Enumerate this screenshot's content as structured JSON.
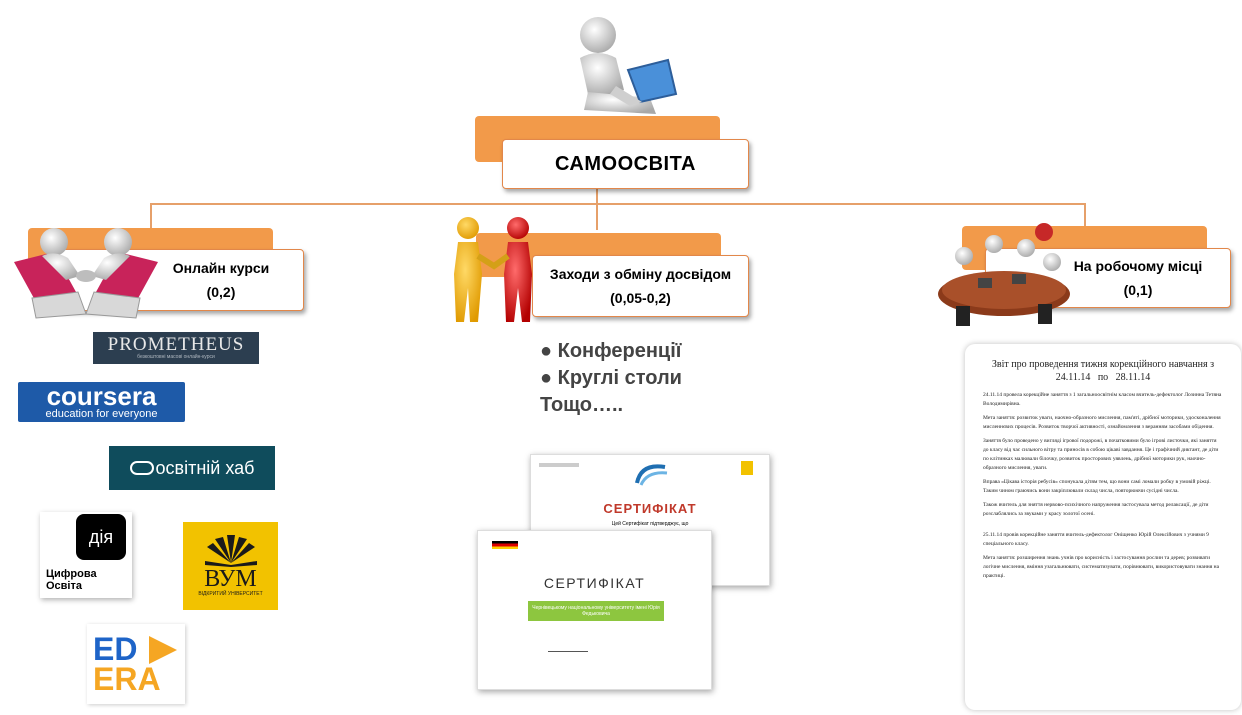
{
  "root": {
    "title": "САМООСВІТА"
  },
  "branches": [
    {
      "title": "Онлайн курси",
      "value": "(0,2)"
    },
    {
      "title": "Заходи з обміну досвідом",
      "value": "(0,05-0,2)"
    },
    {
      "title": "На робочому місці",
      "value": "(0,1)"
    }
  ],
  "exchange_items": [
    "● Конференції",
    "● Круглі столи",
    "Тощо….."
  ],
  "logos": {
    "prometheus": {
      "name": "PROMETHEUS",
      "tagline": "безкоштовні масові онлайн-курси"
    },
    "coursera": {
      "name": "coursera",
      "tagline": "education for everyone"
    },
    "osvitniy": {
      "name": "освітній хаб"
    },
    "diia": {
      "mark": "дія",
      "line1": "Цифрова",
      "line2": "Освіта"
    },
    "vum": {
      "name": "ВУМ",
      "tagline": "ВІДКРИТИЙ УНІВЕРСИТЕТ"
    },
    "edera": {
      "line1": "ED",
      "line2": "ERA"
    }
  },
  "certificates": [
    {
      "title": "СЕРТИФІКАТ",
      "line": "Цей Сертифікат підтверджує, що"
    },
    {
      "title": "СЕРТИФІКАТ",
      "line": "Чернівецькому національному університету імені Юрія Федьковича"
    }
  ],
  "report": {
    "title": "Звіт про проведення тижня корекційного навчання з",
    "dates": "24.11.14   по   28.11.14",
    "paragraphs": [
      "24.11.14  провела корекційне заняття з 1 загальноосвітнім класом вчитель-дефектолог Лозинна Тетяна Володимирівна.",
      "Мета заняття: розвиток уваги, наочно-образного мислення, пам'яті, дрібної моторики, удосконалення мисленнєвих процесів. Розвиток творчої активності, ознайомлення з веранням засобами обідення.",
      "Заняття було проведено у вигляді ігрової подорожі, в початковими було ігрові листочки, які заняття до класу від час сильного вітру та приносів в собою цікаві завдання. Це і графічний диктант, де діти по клітинках малювали білочку, розвиток просторових уявлень, дрібної моторики рук, наочно-образного мислення, уваги.",
      "Вправа «Цікава історія ребусів» спонукала дітям тем, що вони самі ломали робку в умовій ріжці. Таким чином граючись вони закріплювали склад числа, повторюючи сусідні числа.",
      "Також вчитель для зняття нервово-психічного напруження застосувала метод релаксації, де діти розслаблялись за звуками у красу золотої осені.",
      "25.11.14  провів корекційне заняття вчитель-дефектолог Оніщенко Юрій Олексійович з учнями 9 спеціального класу.",
      "Мета заняття: розширення знань учнів про корисність і застосування рослин та дерев; розвивати логічне мислення, вміння узагальнювати, систематизувати, порівнювати, використовувати знання на практиці."
    ]
  }
}
